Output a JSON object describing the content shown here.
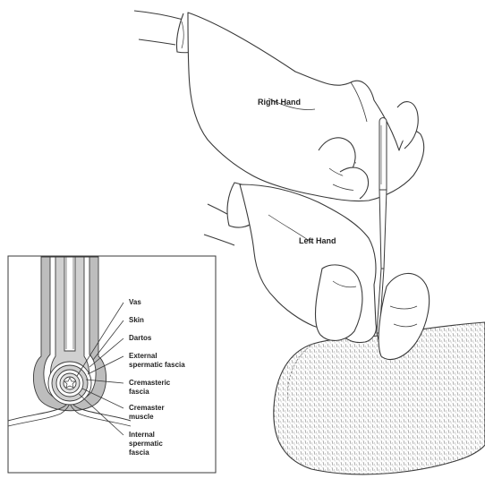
{
  "hands": {
    "right_label": "Right Hand",
    "left_label": "Left Hand"
  },
  "inset": {
    "labels": {
      "vas": "Vas",
      "skin": "Skin",
      "dartos": "Dartos",
      "external_line1": "External",
      "external_line2": "spermatic fascia",
      "cremasteric_line1": "Cremasteric",
      "cremasteric_line2": "fascia",
      "cremaster_line1": "Cremaster",
      "cremaster_line2": "muscle",
      "internal_line1": "Internal",
      "internal_line2": "spermatic",
      "internal_line3": "fascia"
    }
  },
  "colors": {
    "line": "#3a3a3a",
    "layer_gray": "#bdbdbd",
    "scrotum_shade": "#9a9a9a"
  }
}
